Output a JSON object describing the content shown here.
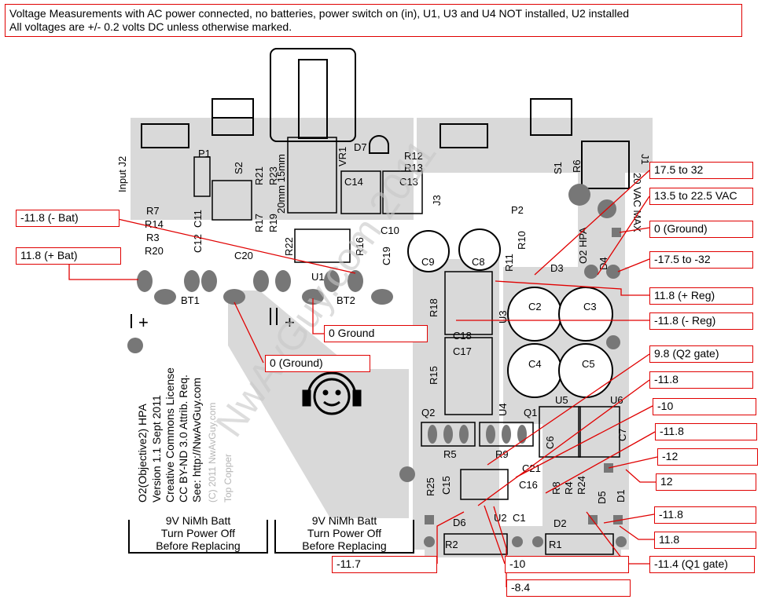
{
  "header": {
    "line1": "Voltage Measurements with AC power connected, no batteries, power switch on (in), U1, U3 and U4 NOT installed, U2 installed",
    "line2": "All voltages are +/- 0.2 volts DC unless otherwise marked."
  },
  "callouts": {
    "neg_bat": "-11.8 (- Bat)",
    "pos_bat": "11.8 (+ Bat)",
    "ground_1": "0 Ground",
    "ground_2": "0 (Ground)",
    "j1_dc": "17.5 to 32",
    "j1_ac": "13.5 to 22.5 VAC",
    "j1_gnd": "0 (Ground)",
    "j1_neg": "-17.5 to -32",
    "pos_reg": "11.8 (+ Reg)",
    "neg_reg": "-11.8 (- Reg)",
    "q2_gate": "9.8 (Q2 gate)",
    "v_n118_a": "-11.8",
    "v_n10_a": "-10",
    "v_n118_b": "-11.8",
    "v_n12": "-12",
    "v_12": "12",
    "v_n118_c": "-11.8",
    "v_118": "11.8",
    "q1_gate": "-11.4 (Q1 gate)",
    "v_n117": "-11.7",
    "v_n10_b": "-10",
    "v_n84": "-8.4"
  },
  "silkscreen": {
    "input_j2": "Input J2",
    "p1": "P1",
    "s2": "S2",
    "s1": "S1",
    "p2": "P2",
    "vr1": "VR1",
    "d7": "D7",
    "j3": "J3",
    "j1": "J1",
    "r6": "R6",
    "vac_max": "20 VAC MAX",
    "mm": "20mm 15mm",
    "r7": "R7",
    "r14": "R14",
    "r3": "R3",
    "r20": "R20",
    "c11": "C11",
    "c12": "C12",
    "c20": "C20",
    "r21": "R21",
    "r23": "R23",
    "r17": "R17",
    "r19": "R19",
    "r22": "R22",
    "r16": "R16",
    "c10": "C10",
    "c19": "C19",
    "c14": "C14",
    "c13": "C13",
    "r12": "R12",
    "r13": "R13",
    "r10": "R10",
    "r11": "R11",
    "c9": "C9",
    "c8": "C8",
    "u1": "U1",
    "u3": "U3",
    "bt1": "BT1",
    "bt2": "BT2",
    "d3": "D3",
    "d4": "D4",
    "o2hpa": "O2 HPA",
    "c2": "C2",
    "c3": "C3",
    "c4": "C4",
    "c5": "C5",
    "r18": "R18",
    "r15": "R15",
    "c18": "C18",
    "c17": "C17",
    "u4": "U4",
    "q2": "Q2",
    "q1": "Q1",
    "u5": "U5",
    "u6": "U6",
    "c6": "C6",
    "c7": "C7",
    "r5": "R5",
    "r9": "R9",
    "c21": "C21",
    "c16": "C16",
    "r25": "R25",
    "c15": "C15",
    "r8": "R8",
    "r4": "R4",
    "r24": "R24",
    "d5": "D5",
    "d1": "D1",
    "c1": "C1",
    "d6": "D6",
    "u2": "U2",
    "d2": "D2",
    "r2": "R2",
    "r1": "R1",
    "info_1": "O2(Objective2) HPA",
    "info_2": "Version 1.1 Sept 2011",
    "info_3": "Creative Commons License",
    "info_4": "CC BY-ND 3.0 Attrib. Req.",
    "info_5": "See: http://NwAvGuy.com",
    "copyright": "(C) 2011 NwAvGuy.com",
    "top_copper": "Top Copper",
    "batt_1a": "9V NiMh Batt",
    "batt_1b": "Turn Power Off",
    "batt_1c": "Before Replacing",
    "batt_2a": "9V NiMh Batt",
    "batt_2b": "Turn Power Off",
    "batt_2c": "Before Replacing",
    "plus": "+",
    "watermark": "NwAvGuy.com 2011"
  }
}
